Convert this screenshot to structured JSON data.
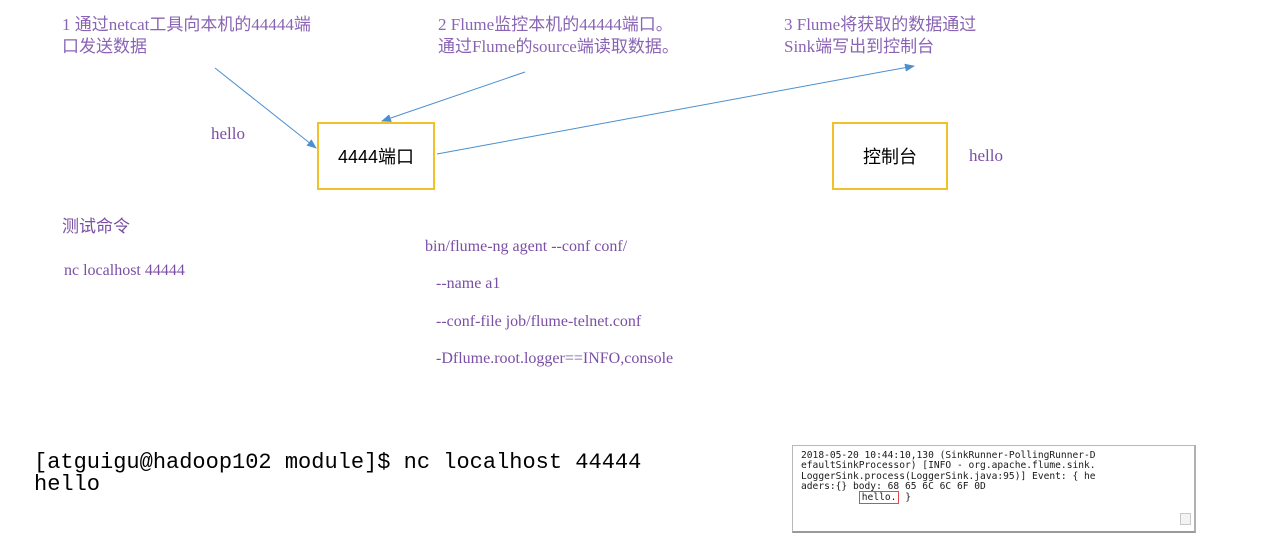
{
  "steps": [
    {
      "lines": [
        "1 通过netcat工具向本机的44444端",
        "口发送数据"
      ]
    },
    {
      "lines": [
        "2 Flume监控本机的44444端口。",
        "通过Flume的source端读取数据。"
      ]
    },
    {
      "lines": [
        "3 Flume将获取的数据通过",
        "Sink端写出到控制台"
      ]
    }
  ],
  "input_word": "hello",
  "output_word": "hello",
  "port_box": "4444端口",
  "console_box": "控制台",
  "test": {
    "title": "测试命令",
    "nc_command": "nc localhost 44444",
    "flume_command": [
      "bin/flume-ng agent --conf conf/",
      "--name a1",
      "--conf-file job/flume-telnet.conf",
      "-Dflume.root.logger==INFO,console"
    ]
  },
  "terminal": {
    "prompt_line": "[atguigu@hadoop102 module]$ nc localhost 44444",
    "output_line": "hello"
  },
  "log_output": {
    "lines": [
      "2018-05-20 10:44:10,130 (SinkRunner-PollingRunner-D",
      "efaultSinkProcessor) [INFO - org.apache.flume.sink.",
      "LoggerSink.process(LoggerSink.java:95)] Event: { he",
      "aders:{} body: 68 65 6C 6C 6F 0D"
    ],
    "highlight": "hello.",
    "closing": " }"
  },
  "colors": {
    "text_purple": "#7a4fa6",
    "arrow_blue": "#4a8fd0",
    "box_border": "#f2c029"
  }
}
